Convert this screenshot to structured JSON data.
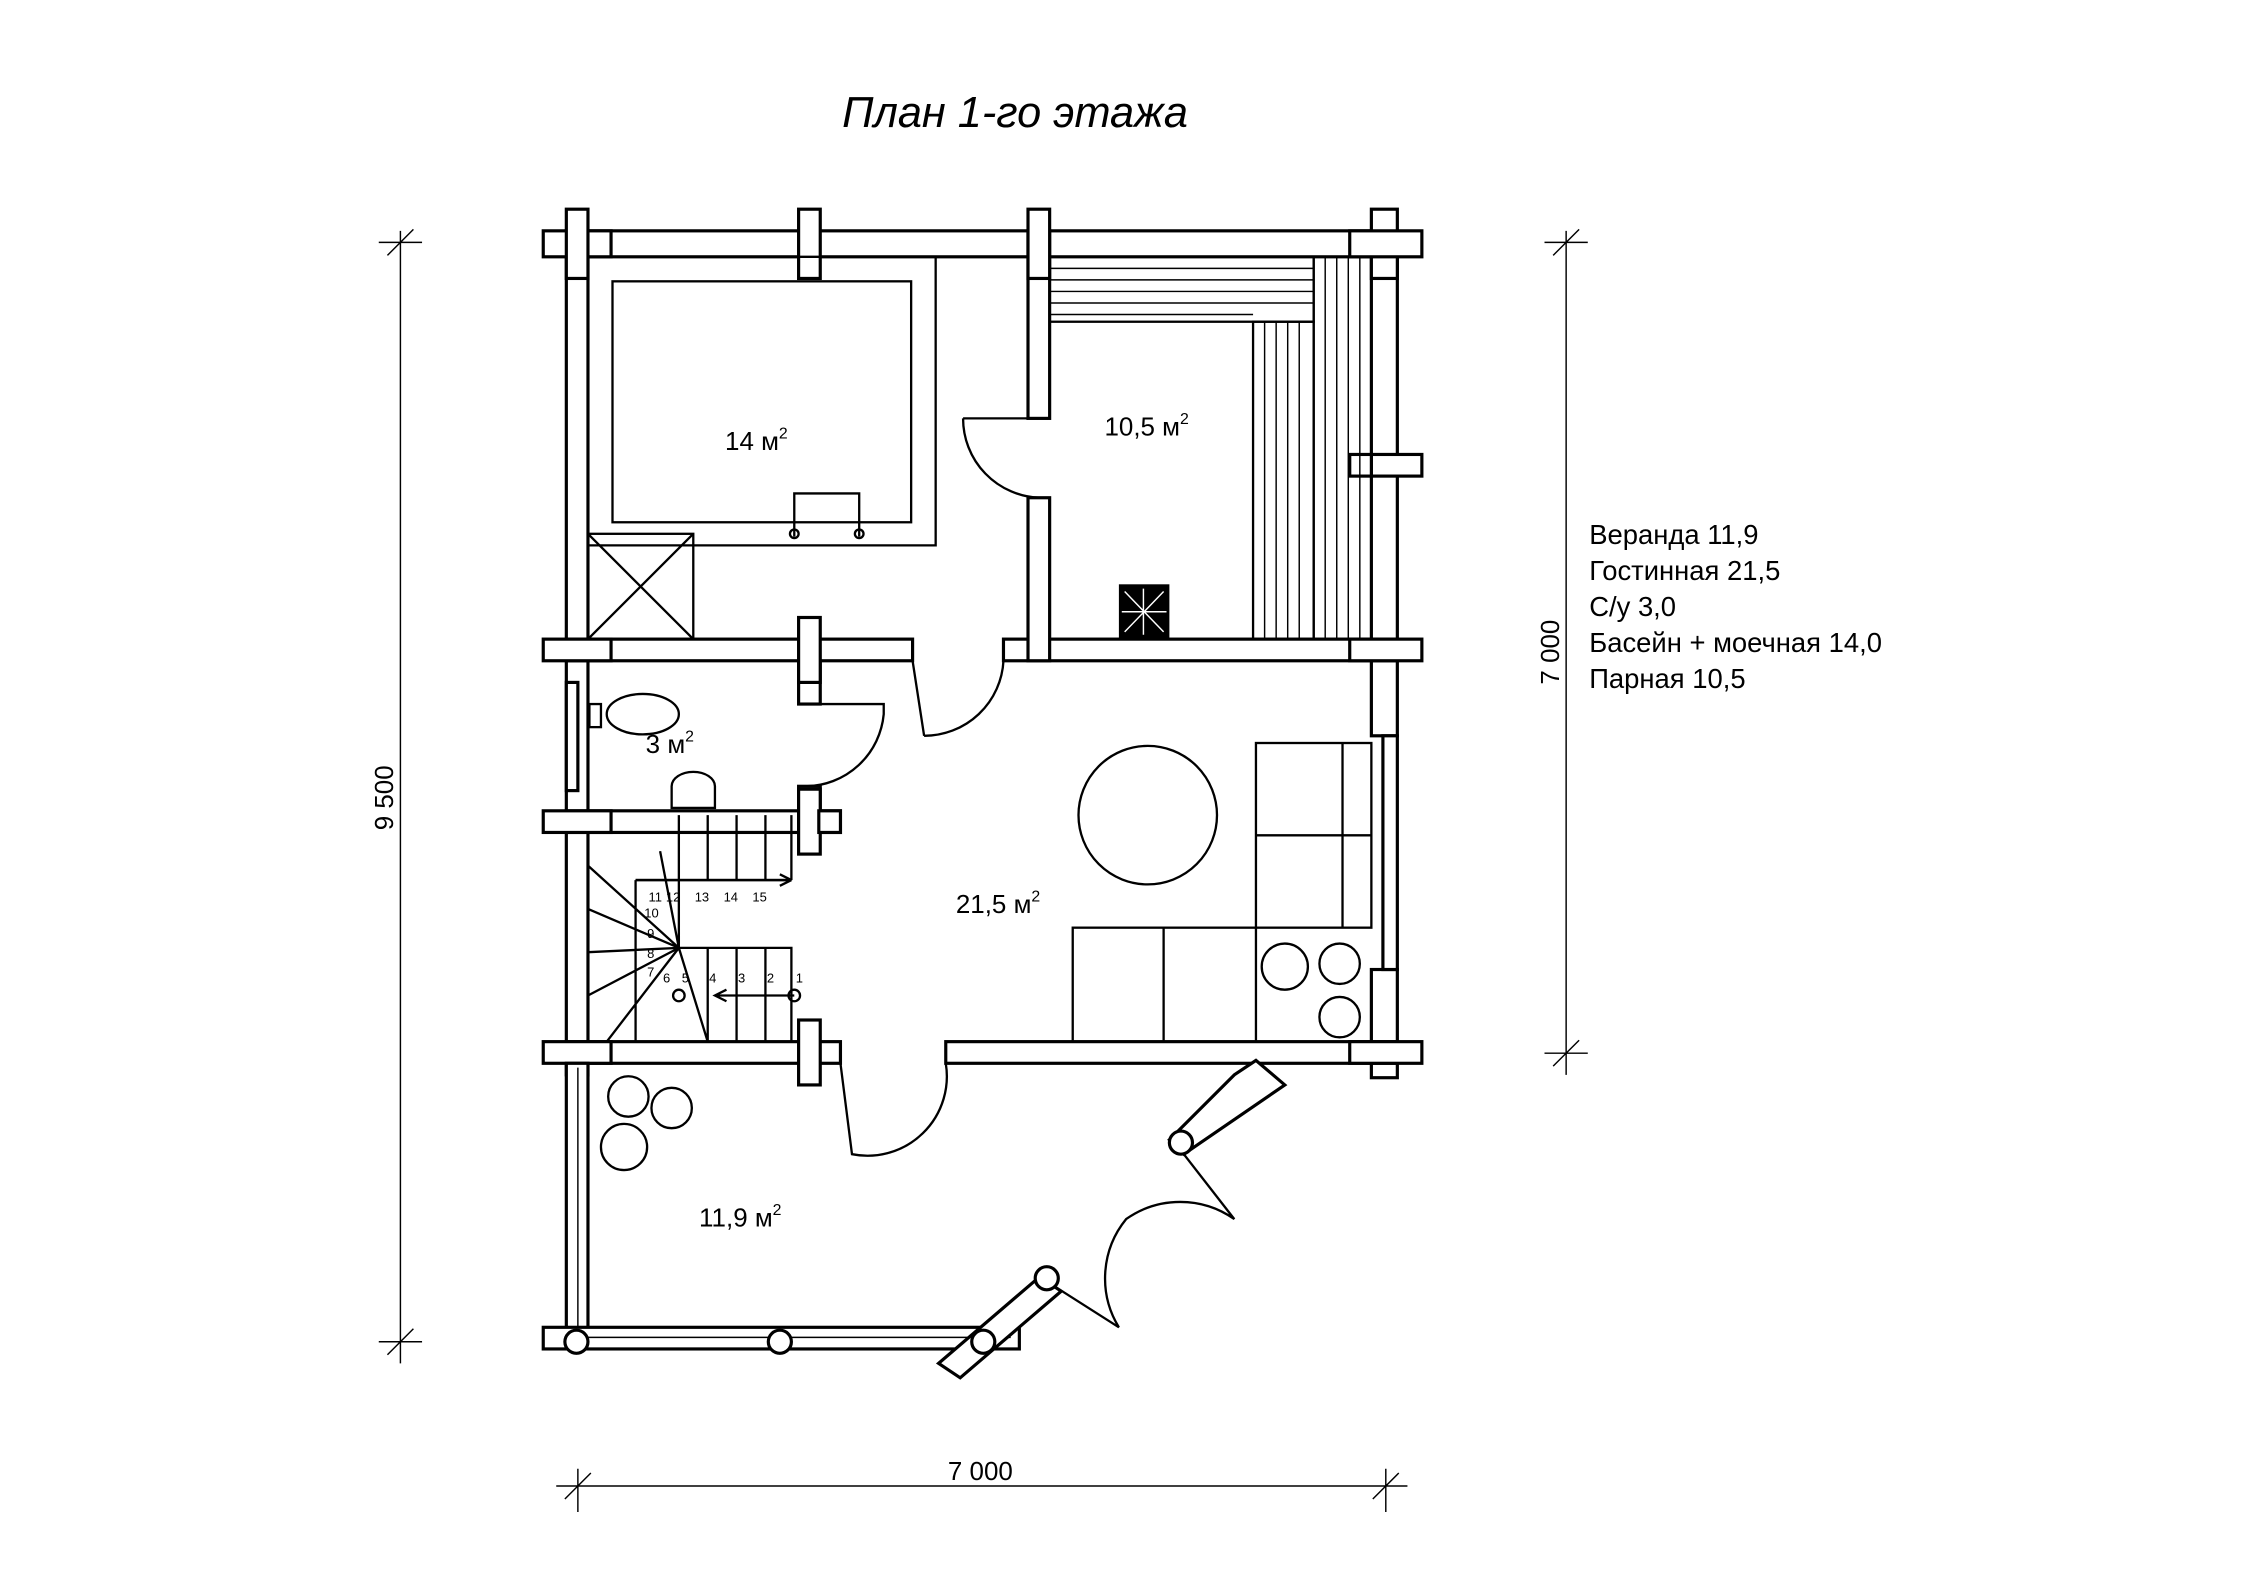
{
  "title": "План 1-го этажа",
  "rooms": {
    "pool": {
      "area": "14 м",
      "sup": "2"
    },
    "steam": {
      "area": "10,5 м",
      "sup": "2"
    },
    "wc": {
      "area": "3 м",
      "sup": "2"
    },
    "living": {
      "area": "21,5 м",
      "sup": "2"
    },
    "veranda": {
      "area": "11,9 м",
      "sup": "2"
    }
  },
  "dimensions": {
    "left": "9 500",
    "right": "7 000",
    "bottom": "7 000"
  },
  "legend": [
    "Веранда 11,9",
    "Гостинная 21,5",
    "С/у 3,0",
    "Басейн + моечная 14,0",
    "Парная 10,5"
  ],
  "stair_steps": [
    "1",
    "2",
    "3",
    "4",
    "5",
    "6",
    "7",
    "8",
    "9",
    "10",
    "11",
    "12",
    "13",
    "14",
    "15"
  ]
}
